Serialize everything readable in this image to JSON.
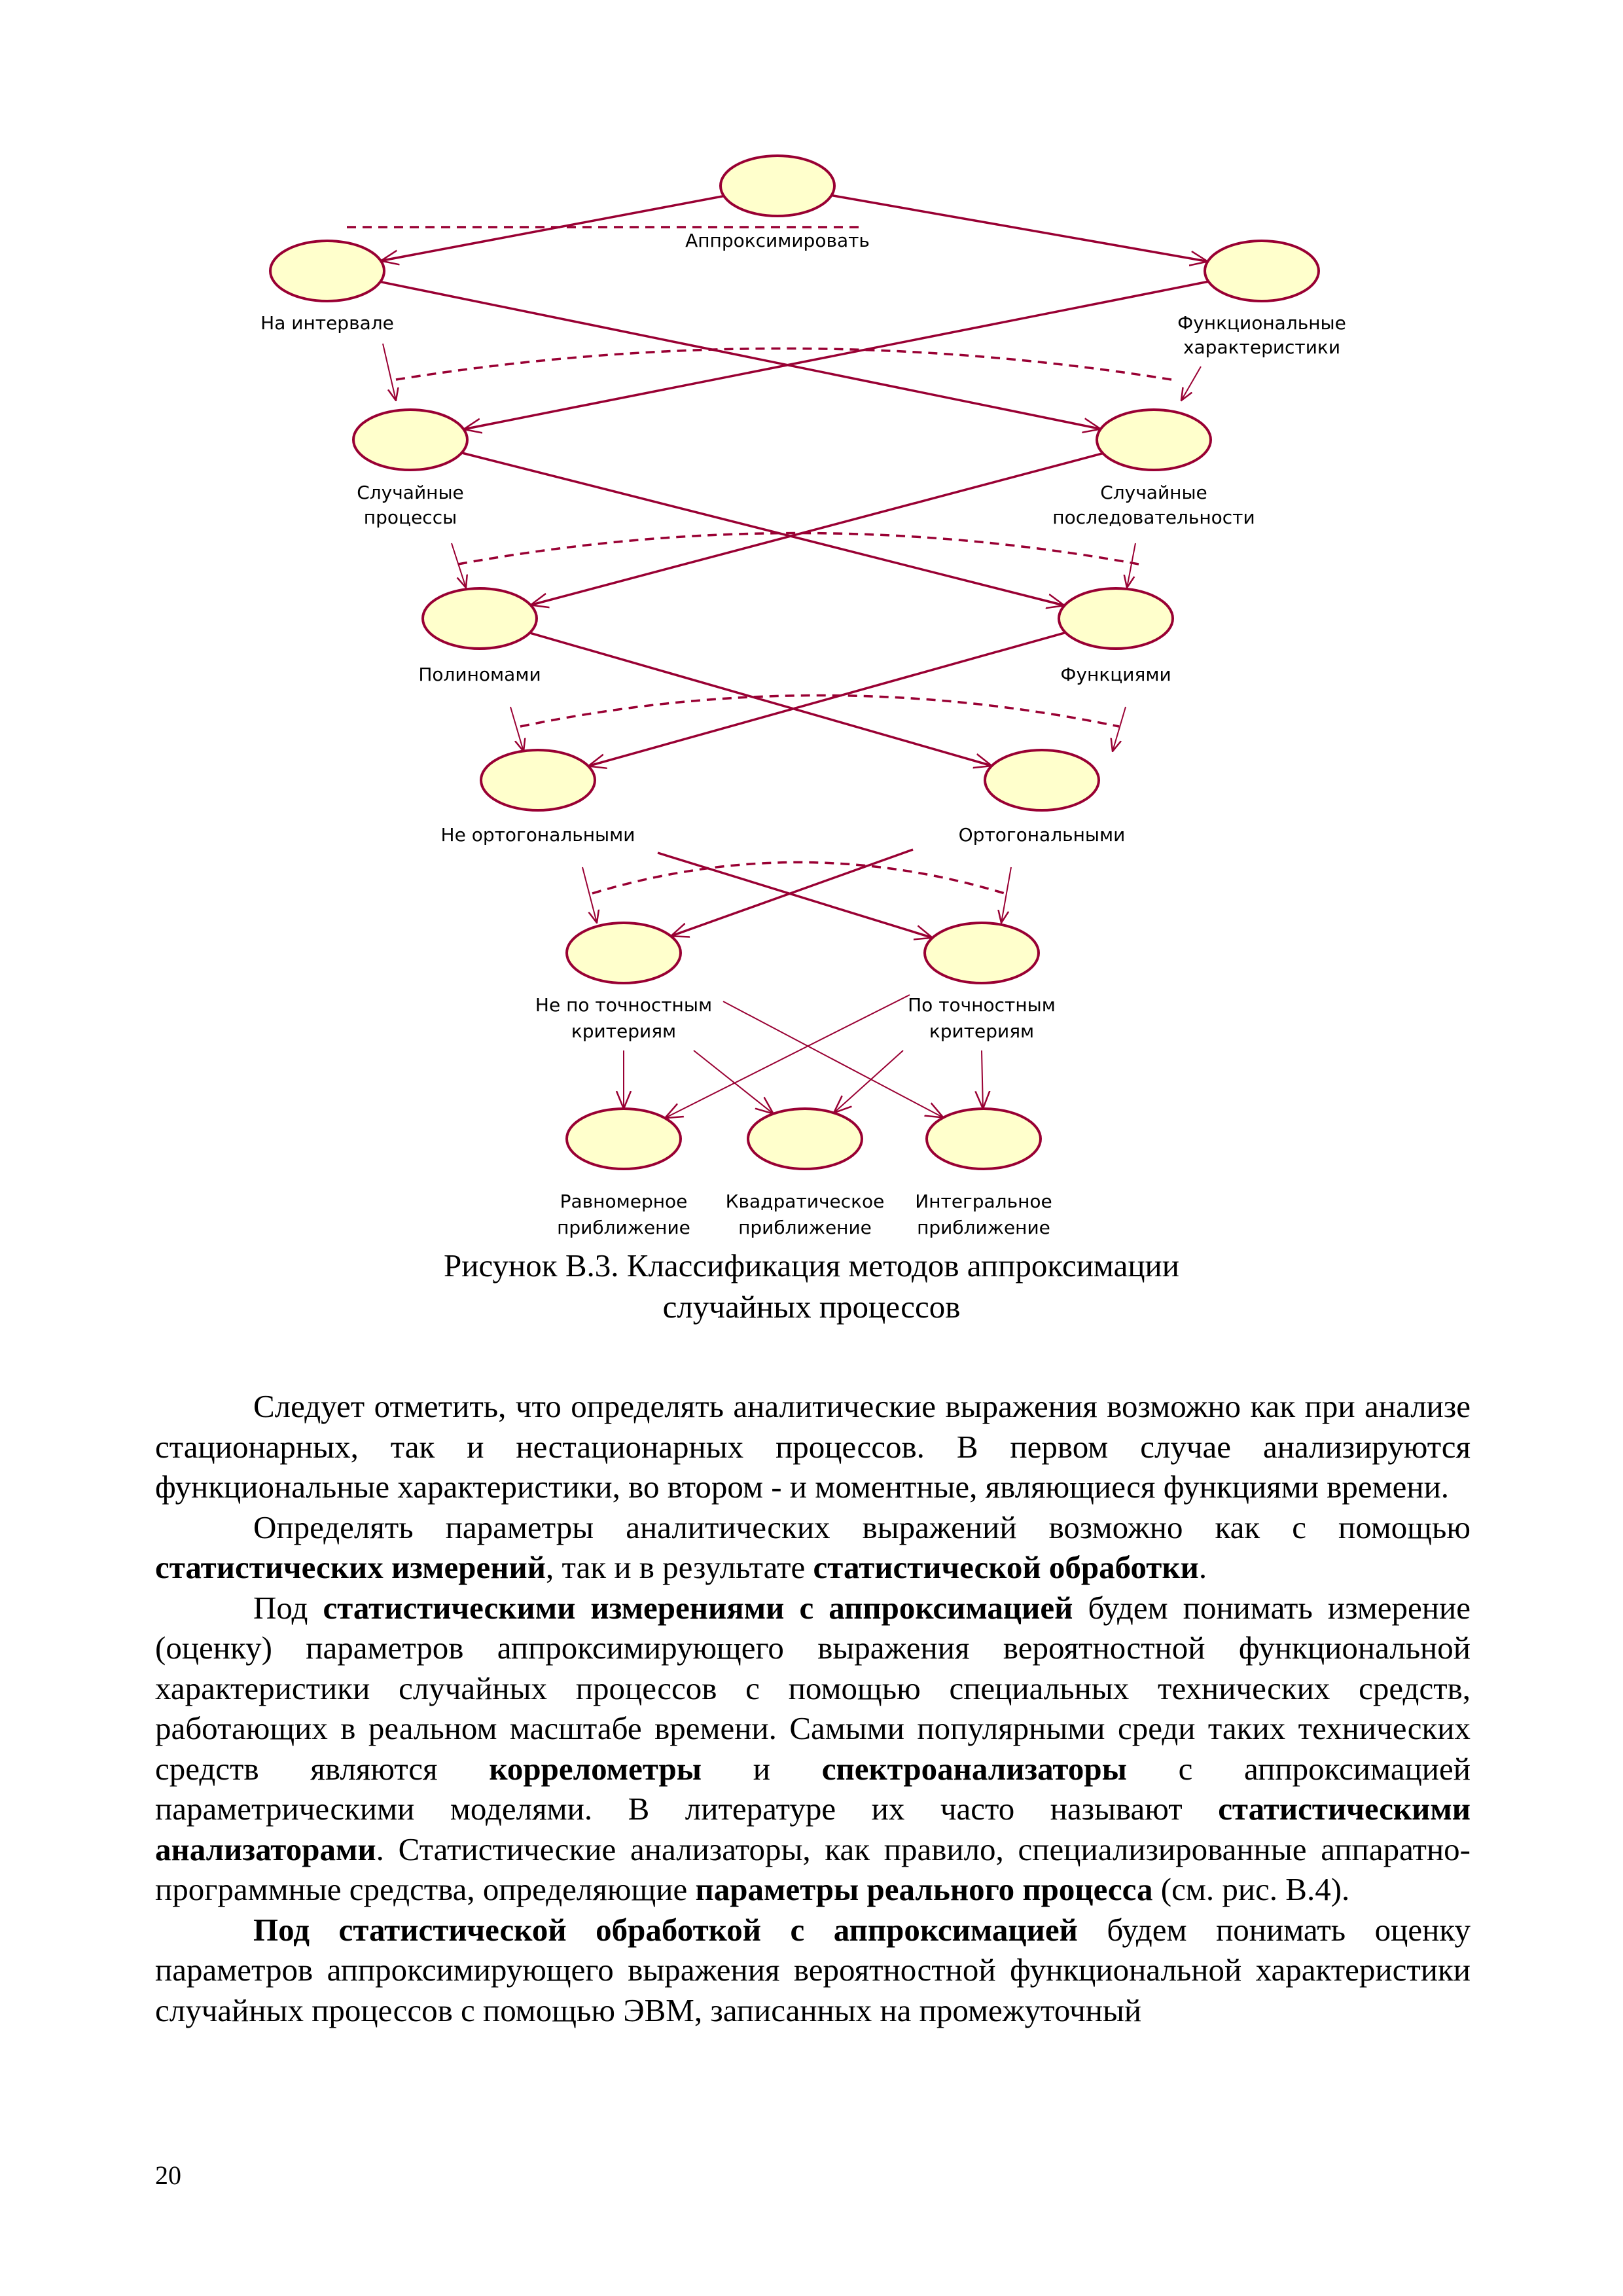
{
  "figure": {
    "nodes": [
      {
        "id": "approx",
        "label_lines": [
          "Аппроксимировать"
        ]
      },
      {
        "id": "interval",
        "label_lines": [
          "На интервале"
        ]
      },
      {
        "id": "functional",
        "label_lines": [
          "Функциональные",
          "характеристики"
        ]
      },
      {
        "id": "rand-proc",
        "label_lines": [
          "Случайные",
          "процессы"
        ]
      },
      {
        "id": "rand-seq",
        "label_lines": [
          "Случайные",
          "последовательности"
        ]
      },
      {
        "id": "poly",
        "label_lines": [
          "Полиномами"
        ]
      },
      {
        "id": "func",
        "label_lines": [
          "Функциями"
        ]
      },
      {
        "id": "non-orth",
        "label_lines": [
          "Не ортогональными"
        ]
      },
      {
        "id": "orth",
        "label_lines": [
          "Ортогональными"
        ]
      },
      {
        "id": "non-acc",
        "label_lines": [
          "Не по точностным",
          "критериям"
        ]
      },
      {
        "id": "acc",
        "label_lines": [
          "По точностным",
          "критериям"
        ]
      },
      {
        "id": "uniform",
        "label_lines": [
          "Равномерное",
          "приближение"
        ]
      },
      {
        "id": "quadratic",
        "label_lines": [
          "Квадратическое",
          "приближение"
        ]
      },
      {
        "id": "integral",
        "label_lines": [
          "Интегральное",
          "приближение"
        ]
      }
    ],
    "edges": [
      [
        "approx",
        "interval"
      ],
      [
        "approx",
        "functional"
      ],
      [
        "interval",
        "rand-seq"
      ],
      [
        "functional",
        "rand-proc"
      ],
      [
        "rand-proc",
        "func"
      ],
      [
        "rand-seq",
        "poly"
      ],
      [
        "poly",
        "orth"
      ],
      [
        "func",
        "non-orth"
      ],
      [
        "non-orth",
        "acc"
      ],
      [
        "orth",
        "non-acc"
      ],
      [
        "non-acc",
        "uniform"
      ],
      [
        "non-acc",
        "quadratic"
      ],
      [
        "non-acc",
        "integral"
      ],
      [
        "acc",
        "uniform"
      ],
      [
        "acc",
        "quadratic"
      ],
      [
        "acc",
        "integral"
      ]
    ],
    "caption_line1": "Рисунок В.3. Классификация методов аппроксимации",
    "caption_line2": "случайных процессов"
  },
  "body": {
    "paragraphs": [
      [
        {
          "t": "Следует отметить, что определять аналитические выражения возможно как при анализе стационарных, так и нестационарных процессов. В первом случае анализи­руются функциональные характеристики, во втором - и моментные, являющиеся функциями времени.",
          "b": false
        }
      ],
      [
        {
          "t": "Определять параметры аналитических выражений возможно как с помощью ",
          "b": false
        },
        {
          "t": "статистических измерений",
          "b": true
        },
        {
          "t": ", так и в результате ",
          "b": false
        },
        {
          "t": "статистической обработки",
          "b": true
        },
        {
          "t": ".",
          "b": false
        }
      ],
      [
        {
          "t": "Под ",
          "b": false
        },
        {
          "t": "статистическими измерениями с аппроксимацией",
          "b": true
        },
        {
          "t": " будем понимать из­мерение (оценку) параметров аппроксимирующего выражения вероятностной функ­циональной характеристики случайных процессов с помощью специальных техниче­ских средств, работающих в реальном масштабе времени. Самыми популярными сре­ди таких технических средств являются ",
          "b": false
        },
        {
          "t": "коррелометры",
          "b": true
        },
        {
          "t": " и ",
          "b": false
        },
        {
          "t": "спектроанализаторы",
          "b": true
        },
        {
          "t": " с ап­проксимацией параметрическими моделями. В литературе их часто называют ",
          "b": false
        },
        {
          "t": "стати­стическими анализаторами",
          "b": true
        },
        {
          "t": ". Статистические анализаторы, как правило, специализи­рованные аппаратно-программные средства, определяющие ",
          "b": false
        },
        {
          "t": "параметры реального процесса",
          "b": true
        },
        {
          "t": " (см. рис. В.4).",
          "b": false
        }
      ],
      [
        {
          "t": "Под статистической обработкой с аппроксимацией",
          "b": true
        },
        {
          "t": " будем понимать оценку параметров аппроксимирующего выражения вероятностной функциональной харак­теристики случайных процессов с помощью ЭВМ, записанных на промежуточный",
          "b": false
        }
      ]
    ]
  },
  "page_number": "20",
  "colors": {
    "node_fill": "#FFFFCC",
    "node_stroke": "#990033"
  }
}
